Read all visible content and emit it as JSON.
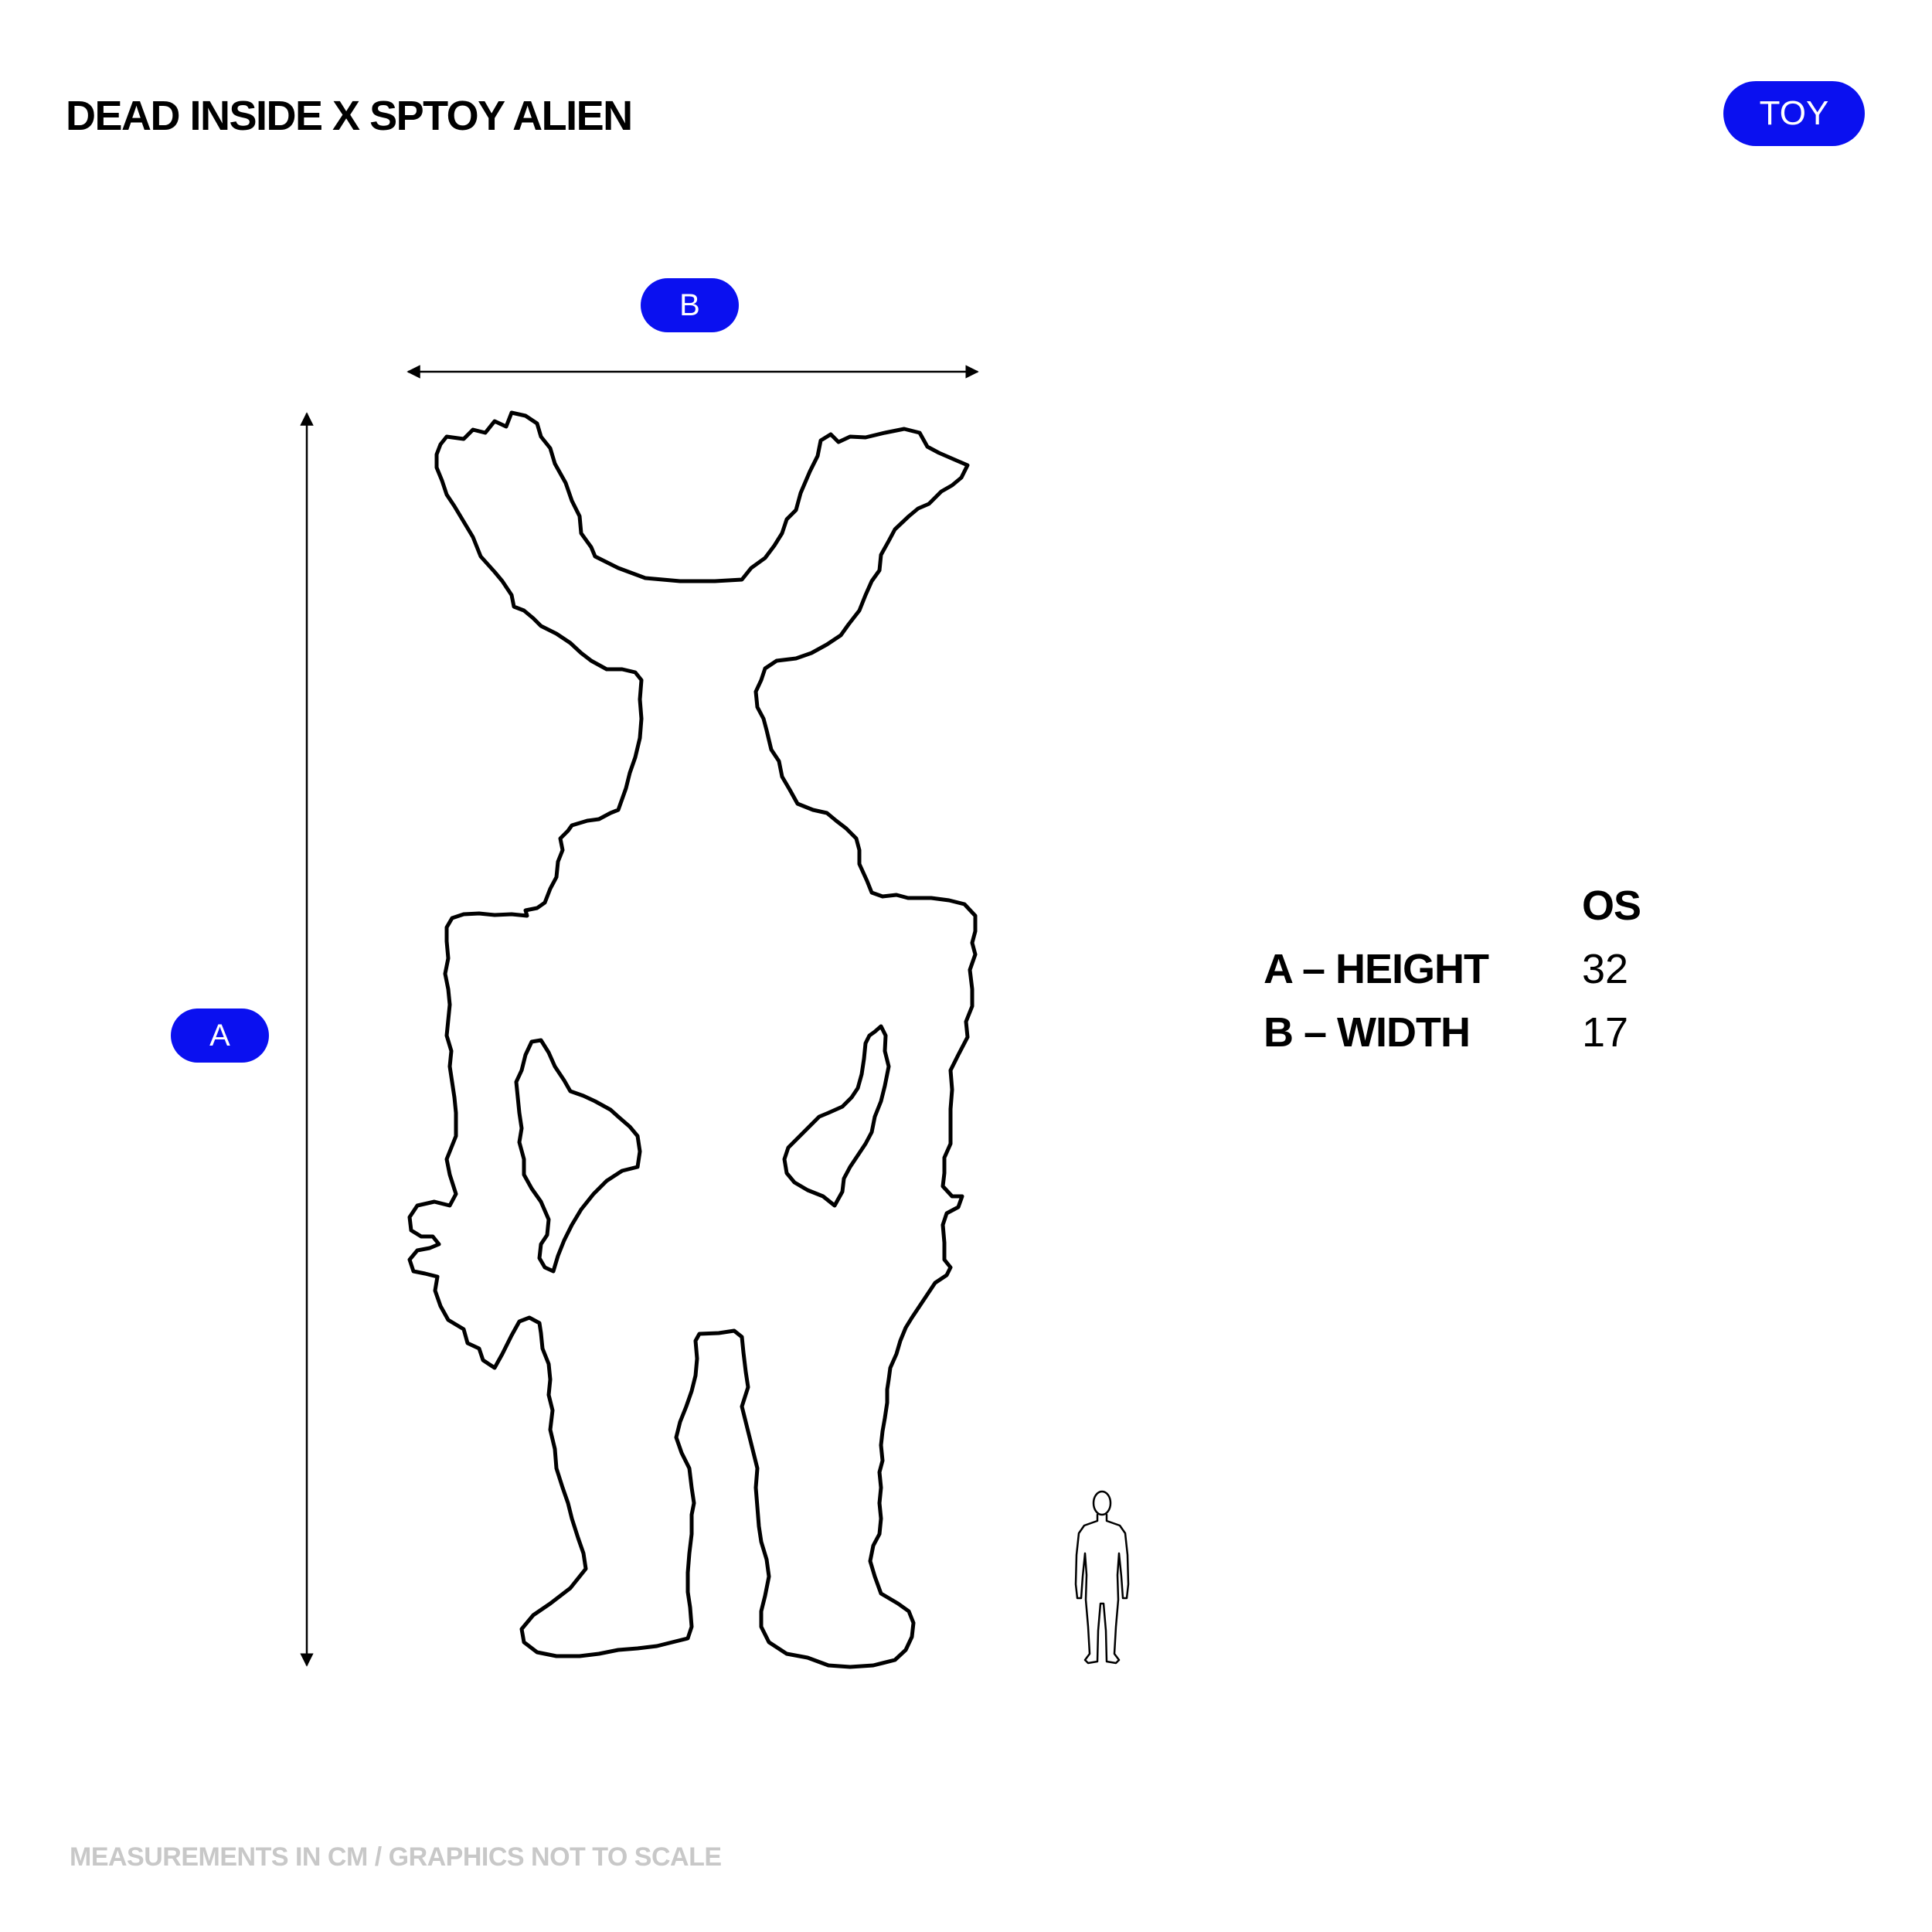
{
  "header": {
    "title": "DEAD INSIDE X SPTOY ALIEN",
    "category_badge": "TOY"
  },
  "dimension_labels": {
    "height_marker": "A",
    "width_marker": "B"
  },
  "specs": {
    "column_header": "OS",
    "rows": [
      {
        "label": "A – HEIGHT",
        "value": "32"
      },
      {
        "label": "B – WIDTH",
        "value": "17"
      }
    ]
  },
  "footer": {
    "note": "MEASUREMENTS IN CM / GRAPHICS NOT TO SCALE"
  },
  "colors": {
    "accent": "#0a10f0",
    "text": "#000000",
    "muted": "#c8c8c8"
  },
  "icons": [
    "toy-silhouette-outline",
    "human-scale-figure-icon",
    "height-arrow",
    "width-arrow"
  ]
}
